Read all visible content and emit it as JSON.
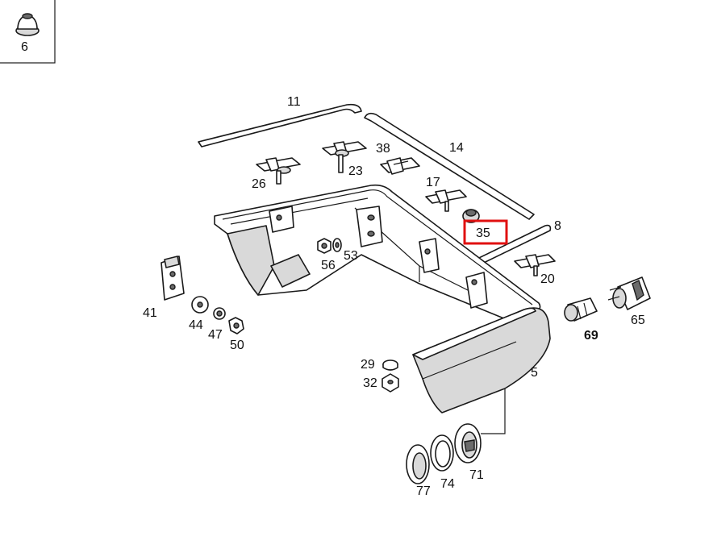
{
  "diagram": {
    "labels": {
      "p6": "6",
      "p11": "11",
      "p14": "14",
      "p38": "38",
      "p26": "26",
      "p23": "23",
      "p17": "17",
      "p35": "35",
      "p8": "8",
      "p20": "20",
      "p56": "56",
      "p53": "53",
      "p41": "41",
      "p44": "44",
      "p47": "47",
      "p50": "50",
      "p69": "69",
      "p65": "65",
      "p29": "29",
      "p32": "32",
      "p5": "5",
      "p77": "77",
      "p74": "74",
      "p71": "71"
    },
    "highlighted_part": "35",
    "highlight_color": "#e01010"
  }
}
